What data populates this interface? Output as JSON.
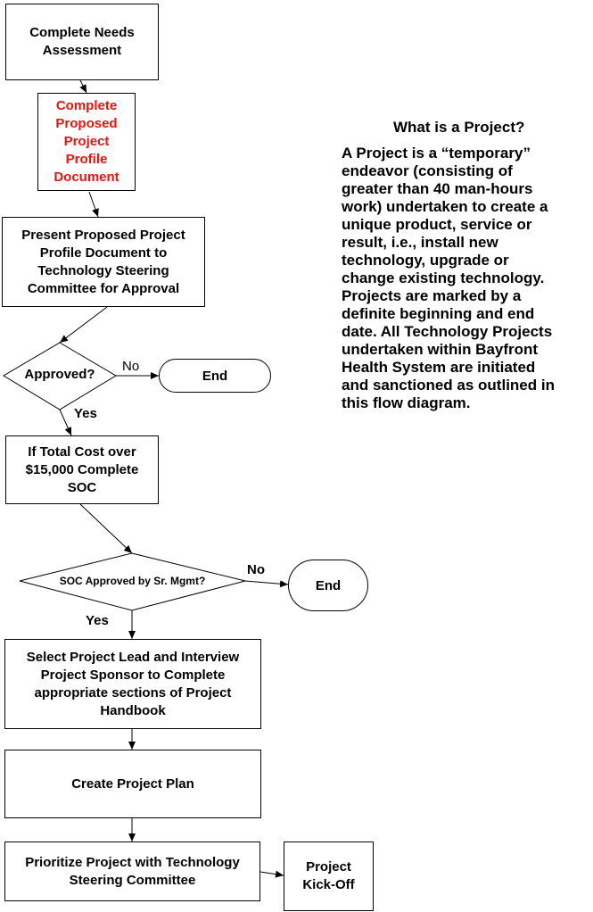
{
  "flowchart": {
    "step_needs": "Complete Needs Assessment",
    "step_profile": "Complete Proposed Project Profile Document",
    "step_present": "Present Proposed Project Profile Document to Technology Steering Committee for Approval",
    "decision_approved": "Approved?",
    "decision_approved_no": "No",
    "decision_approved_yes": "Yes",
    "end_1": "End",
    "step_soc": "If Total Cost over $15,000 Complete SOC",
    "decision_soc": "SOC Approved by Sr. Mgmt?",
    "decision_soc_no": "No",
    "decision_soc_yes": "Yes",
    "end_2": "End",
    "step_lead": "Select Project Lead and Interview Project Sponsor to Complete appropriate sections of Project Handbook",
    "step_plan": "Create Project Plan",
    "step_prioritize": "Prioritize Project with Technology Steering Committee",
    "step_kickoff": "Project Kick-Off"
  },
  "sidebar": {
    "title": "What is a Project?",
    "body": "A Project is a “temporary”\n    endeavor (consisting of\n    greater than 40 man-hours\n    work) undertaken to create a\n    unique product, service or\n    result, i.e., install new\n    technology, upgrade or\n    change existing technology.\n    Projects are marked by a\n    definite beginning and end\n    date.  All Technology Projects\n    undertaken within Bayfront\n    Health System are initiated\n    and sanctioned as outlined in\n    this flow diagram."
  },
  "colors": {
    "highlight_text": "#e8140f",
    "line": "#000000"
  }
}
